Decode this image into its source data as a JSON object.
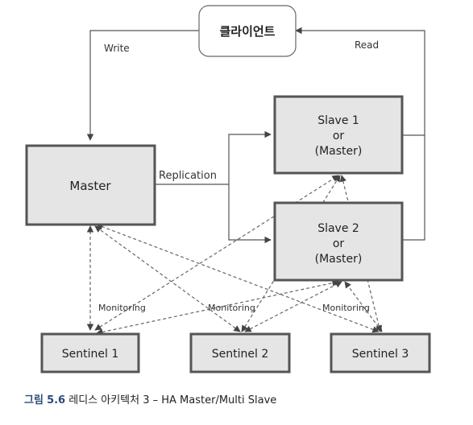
{
  "nodes": {
    "client": "클라이언트",
    "master": "Master",
    "slave1": [
      "Slave 1",
      "or",
      "(Master)"
    ],
    "slave2": [
      "Slave 2",
      "or",
      "(Master)"
    ],
    "sentinel1": "Sentinel 1",
    "sentinel2": "Sentinel 2",
    "sentinel3": "Sentinel 3"
  },
  "edges": {
    "write": "Write",
    "read": "Read",
    "replication": "Replication",
    "monitoring": "Monitoring"
  },
  "caption": {
    "prefix": "그림",
    "number": "5.6",
    "text": "레디스 아키텍처 3 – HA Master/Multi Slave"
  }
}
